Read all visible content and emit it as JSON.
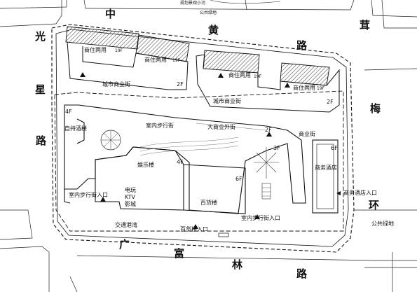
{
  "top_notes": {
    "planned_river": "规划景观小河",
    "public_green": "公共绿地"
  },
  "roads": {
    "north": [
      "中",
      "黄",
      "路"
    ],
    "northeast": [
      "茸"
    ],
    "east": [
      "梅",
      "环"
    ],
    "west": [
      "光",
      "星",
      "路"
    ],
    "south": [
      "广",
      "富",
      "林",
      "路"
    ]
  },
  "buildings": {
    "residential_1": "商住两用",
    "residential_1_floors": "19F",
    "residential_2": "商住两用",
    "residential_2_floors": "19F",
    "residential_3": "商住两用",
    "residential_3_floors": "19F",
    "residential_4": "商住两用",
    "residential_4_floors": "19F",
    "commercial_street_1": "城市商业街",
    "commercial_street_1_floors": "2F",
    "commercial_street_2": "城市商业街",
    "commercial_street_2_floors": "2F",
    "indoor_street_north": "室内步行街",
    "outdoor_commercial_street": "大商业外街",
    "buffet_restaurant": "自持酒楼",
    "buffet_floors": "4F",
    "commercial_street_east": "商业街",
    "commercial_east_floors": "2F",
    "entertainment": "娱乐楼",
    "entertainment_floors": "4F",
    "department_store": "百货楼",
    "department_floors": "6F",
    "floors_3f": "3F",
    "business_hotel": "商务酒店",
    "hotel_floors": "6F",
    "video_ktv_1": "电玩",
    "video_ktv_2": "KTV",
    "video_ktv_3": "影城"
  },
  "entrances": {
    "indoor_street_west": "室内步行街入口",
    "indoor_street_south": "室内步行街入口",
    "department_store": "百货楼入口",
    "hotel": "商务酒店入口"
  },
  "other_labels": {
    "traffic_bay": "交通港湾",
    "public_green_east": "公共绿地"
  },
  "style": {
    "line_color": "#111111",
    "hatch_color": "#555555",
    "background": "#ffffff"
  }
}
